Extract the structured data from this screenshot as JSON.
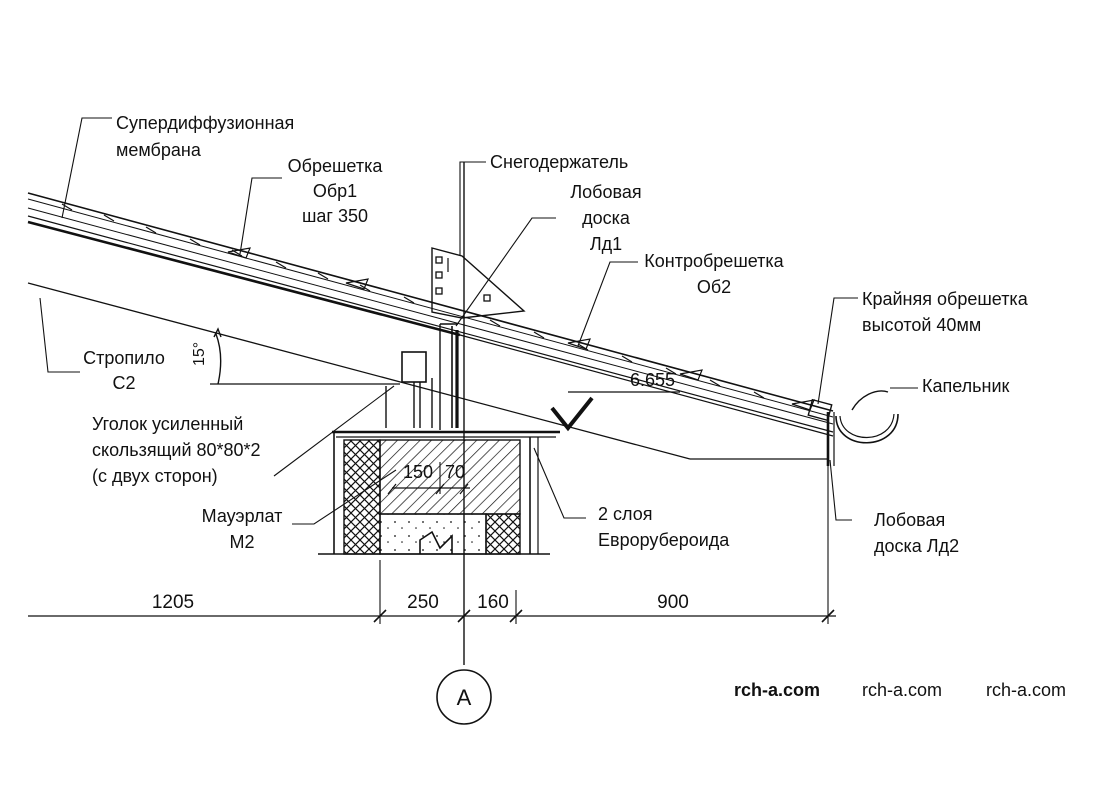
{
  "labels": {
    "membrane": [
      "Супердиффузионная",
      "мембрана"
    ],
    "batten": [
      "Обрешетка",
      "Обр1",
      "шаг 350"
    ],
    "snow_guard": "Снегодержатель",
    "fascia1": [
      "Лобовая",
      "доска",
      "Лд1"
    ],
    "counter_batten": [
      "Контробрешетка",
      "Об2"
    ],
    "edge_batten": [
      "Крайняя обрешетка",
      "высотой 40мм"
    ],
    "drip": "Капельник",
    "rafter": [
      "Стропило",
      "С2"
    ],
    "angle_deg": "15°",
    "angle_bracket": [
      "Уголок усиленный",
      "скользящий 80*80*2",
      "(с двух сторон)"
    ],
    "mauerlat": [
      "Мауэрлат",
      "М2"
    ],
    "dim_150": "150",
    "dim_70": "70",
    "roofing": [
      "2 слоя",
      "Еврорубероида"
    ],
    "fascia2": [
      "Лобовая",
      "доска Лд2"
    ],
    "level": "6.655",
    "axis": "А"
  },
  "dimensions": [
    "1205",
    "250",
    "160",
    "900"
  ],
  "watermarks": [
    {
      "text": "rch-a.com",
      "bold": true
    },
    {
      "text": "rch-a.com",
      "bold": false
    },
    {
      "text": "rch-a.com",
      "bold": false
    }
  ]
}
